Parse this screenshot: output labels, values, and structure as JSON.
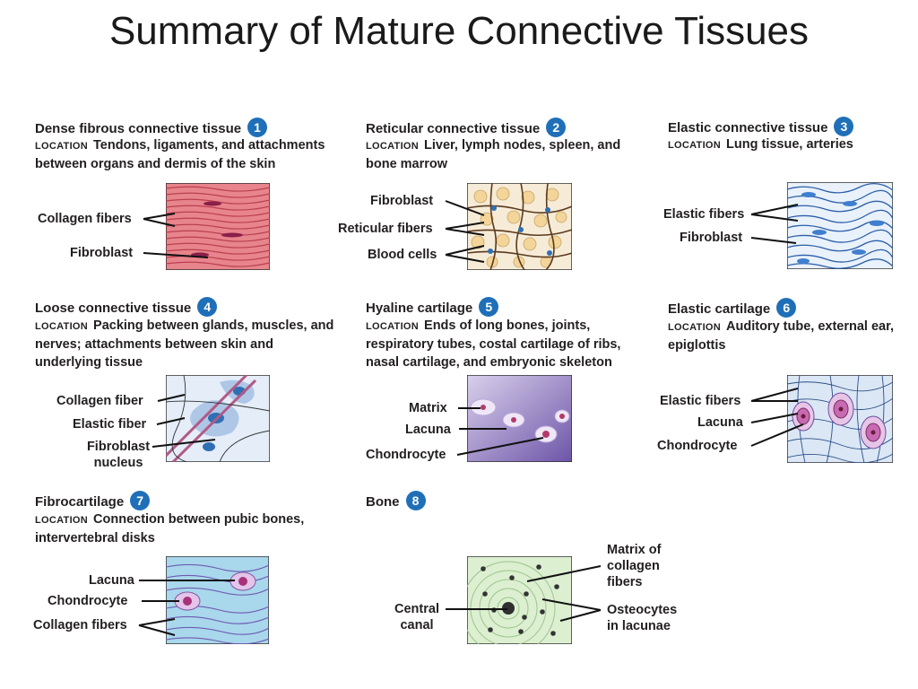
{
  "title": "Summary of Mature Connective Tissues",
  "location_keyword": "LOCATION",
  "panels": [
    {
      "name": "Dense fibrous connective tissue",
      "number": "1",
      "location": "Tendons, ligaments, and attachments between organs and dermis of the skin",
      "labels": [
        "Collagen fibers",
        "Fibroblast"
      ]
    },
    {
      "name": "Reticular connective tissue",
      "number": "2",
      "location": "Liver, lymph nodes, spleen, and bone marrow",
      "labels": [
        "Fibroblast",
        "Reticular fibers",
        "Blood cells"
      ]
    },
    {
      "name": "Elastic connective tissue",
      "number": "3",
      "location": "Lung tissue, arteries",
      "labels": [
        "Elastic fibers",
        "Fibroblast"
      ]
    },
    {
      "name": "Loose connective tissue",
      "number": "4",
      "location": "Packing between glands, muscles, and nerves; attachments between skin and underlying tissue",
      "labels": [
        "Collagen fiber",
        "Elastic fiber",
        "Fibroblast nucleus"
      ]
    },
    {
      "name": "Hyaline cartilage",
      "number": "5",
      "location": "Ends of long bones, joints, respiratory tubes, costal cartilage of ribs, nasal cartilage, and embryonic skeleton",
      "labels": [
        "Matrix",
        "Lacuna",
        "Chondrocyte"
      ]
    },
    {
      "name": "Elastic cartilage",
      "number": "6",
      "location": "Auditory tube, external ear, epiglottis",
      "labels": [
        "Elastic fibers",
        "Lacuna",
        "Chondrocyte"
      ]
    },
    {
      "name": "Fibrocartilage",
      "number": "7",
      "location": "Connection between pubic bones, intervertebral disks",
      "labels": [
        "Lacuna",
        "Chondrocyte",
        "Collagen fibers"
      ]
    },
    {
      "name": "Bone",
      "number": "8",
      "labels": [
        "Central canal",
        "Matrix of collagen fibers",
        "Osteocytes in lacunae"
      ]
    }
  ],
  "colors": {
    "badge": "#1f6fb8",
    "dense": "#e8848c",
    "reticular": "#f3e3c6",
    "elastic": "#5b8fd0",
    "loose": "#dde8f5",
    "hyaline": "#8c74bd",
    "elastic_cartilage": "#cfe0f2",
    "fibrocartilage": "#a9d7ec",
    "bone": "#dcefd0"
  }
}
